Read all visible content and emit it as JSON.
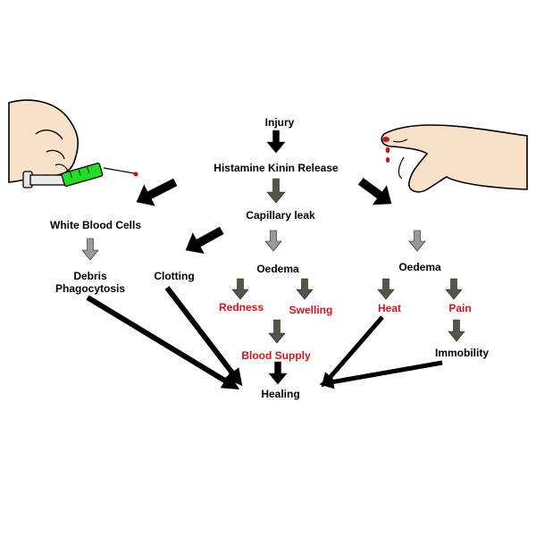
{
  "nodes": {
    "injury": "Injury",
    "histamine": "Histamine Kinin Release",
    "capillary": "Capillary leak",
    "white_blood_cells": "White Blood Cells",
    "debris": "Debris",
    "phagocytosis": "Phagocytosis",
    "clotting": "Clotting",
    "oedema_left": "Oedema",
    "oedema_right": "Oedema",
    "redness": "Redness",
    "swelling": "Swelling",
    "heat": "Heat",
    "pain": "Pain",
    "blood_supply": "Blood Supply",
    "immobility": "Immobility",
    "healing": "Healing"
  },
  "colors": {
    "text": "#000000",
    "highlight": "#d4141c",
    "arrow_black": "#000000",
    "arrow_dark": "#555548",
    "arrow_grey": "#9a9a9a",
    "skin": "#f7e1c8",
    "syringe_fluid": "#22dd22",
    "blood": "#cc1111"
  },
  "icons": [
    "syringe-hand-illustration",
    "bleeding-finger-hand-illustration"
  ]
}
